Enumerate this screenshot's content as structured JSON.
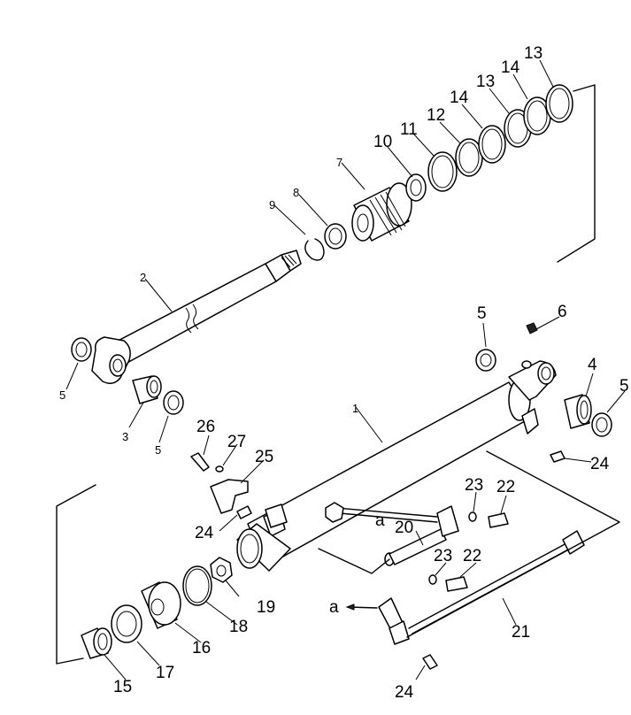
{
  "labels": {
    "p1": "1",
    "p2": "2",
    "p3": "3",
    "p4": "4",
    "p5a": "5",
    "p5b": "5",
    "p5c": "5",
    "p5d": "5",
    "p6": "6",
    "p7": "7",
    "p8": "8",
    "p9": "9",
    "p10": "10",
    "p11": "11",
    "p12": "12",
    "p13a": "13",
    "p13b": "13",
    "p14a": "14",
    "p14b": "14",
    "p15": "15",
    "p16": "16",
    "p17": "17",
    "p18": "18",
    "p19": "19",
    "p20": "20",
    "p21": "21",
    "p22a": "22",
    "p22b": "22",
    "p23a": "23",
    "p23b": "23",
    "p24a": "24",
    "p24b": "24",
    "p24c": "24",
    "p25": "25",
    "p26": "26",
    "p27": "27",
    "ref_a1": "a",
    "ref_a2": "a"
  }
}
